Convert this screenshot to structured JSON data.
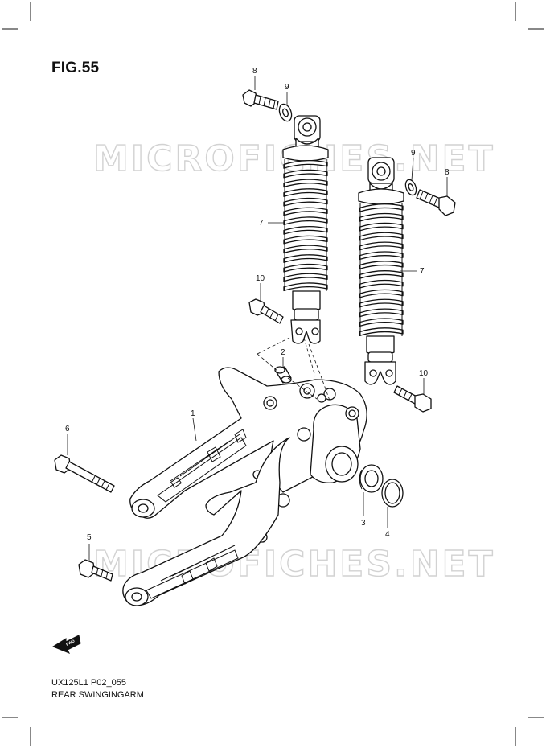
{
  "figure": {
    "title": "FIG.55",
    "model_code": "UX125L1 P02_055",
    "section_name": "REAR SWINGINGARM"
  },
  "watermark": {
    "text": "MICROFICHES.NET"
  },
  "callouts": {
    "c1": "1",
    "c2": "2",
    "c3": "3",
    "c4": "4",
    "c5": "5",
    "c6": "6",
    "c7a": "7",
    "c7b": "7",
    "c8a": "8",
    "c8b": "8",
    "c9a": "9",
    "c9b": "9",
    "c10a": "10",
    "c10b": "10"
  },
  "badges": {
    "fwd": "FWD"
  }
}
